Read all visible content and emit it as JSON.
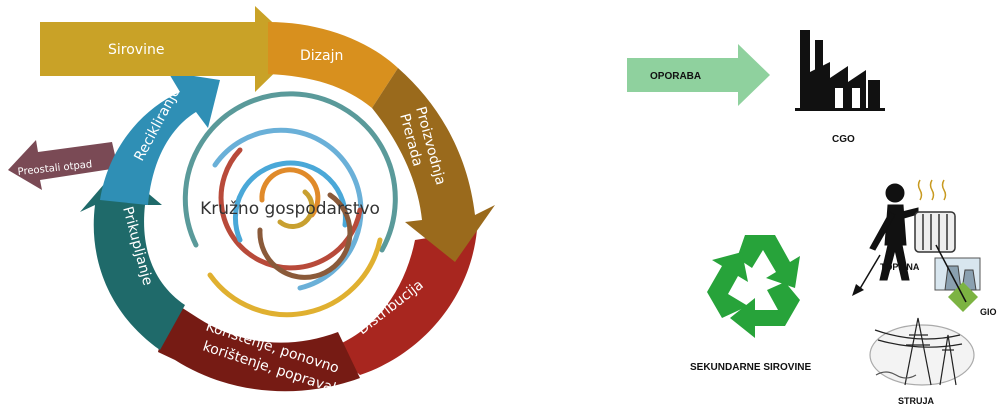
{
  "circular_economy": {
    "center_title": "Kružno gospodarstvo",
    "stages": {
      "raw_materials": "Sirovine",
      "design": "Dizajn",
      "production_line1": "Proizvodnja",
      "production_line2": "Prerada",
      "distribution": "Distribucija",
      "use_line1": "Korištenje, ponovno",
      "use_line2": "korištenje, popravak",
      "collection": "Prikupljanje",
      "recycling": "Recikliranje",
      "residual_waste": "Preostali otpad"
    },
    "colors": {
      "raw_materials": "#c9a227",
      "design": "#d8901e",
      "production": "#9a6a1c",
      "distribution": "#a8261f",
      "use": "#761b14",
      "collection": "#1f6a6a",
      "recycling": "#2f8fb5",
      "residual_waste": "#7a4a55"
    }
  },
  "waste_flow": {
    "recovery_label": "OPORABA",
    "cgo_label": "CGO",
    "secondary_raw_label": "SEKUNDARNE SIROVINE",
    "heat_label": "TOPLINA",
    "gio_label": "GIO",
    "electricity_label": "STRUJA",
    "colors": {
      "recovery_arrow": "#8fd19e",
      "recycle_symbol": "#27a33a",
      "gio_diamond": "#7cb342"
    }
  }
}
